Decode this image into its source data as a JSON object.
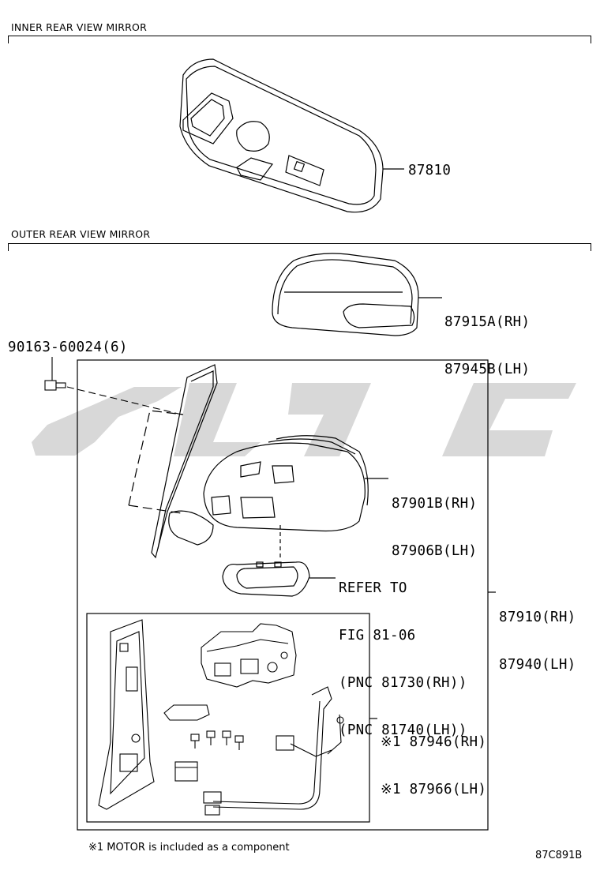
{
  "sections": {
    "inner_title": "INNER REAR VIEW MIRROR",
    "outer_title": "OUTER REAR VIEW MIRROR"
  },
  "parts": {
    "inner_mirror": "87810",
    "cover_rh": "87915A(RH)",
    "cover_lh": "87945B(LH)",
    "screw": "90163-60024(6)",
    "housing_rh": "87901B(RH)",
    "housing_lh": "87906B(LH)",
    "refer_1": "REFER TO",
    "refer_2": "FIG 81-06",
    "refer_3": "(PNC 81730(RH))",
    "refer_4": "(PNC 81740(LH))",
    "assy_rh": "87910(RH)",
    "assy_lh": "87940(LH)",
    "motor_rh": "※1 87946(RH)",
    "motor_lh": "※1 87966(LH)"
  },
  "footnote": "※1 MOTOR is included as a component",
  "figure_code": "87C891B",
  "watermark_color": "#d8d8d8"
}
